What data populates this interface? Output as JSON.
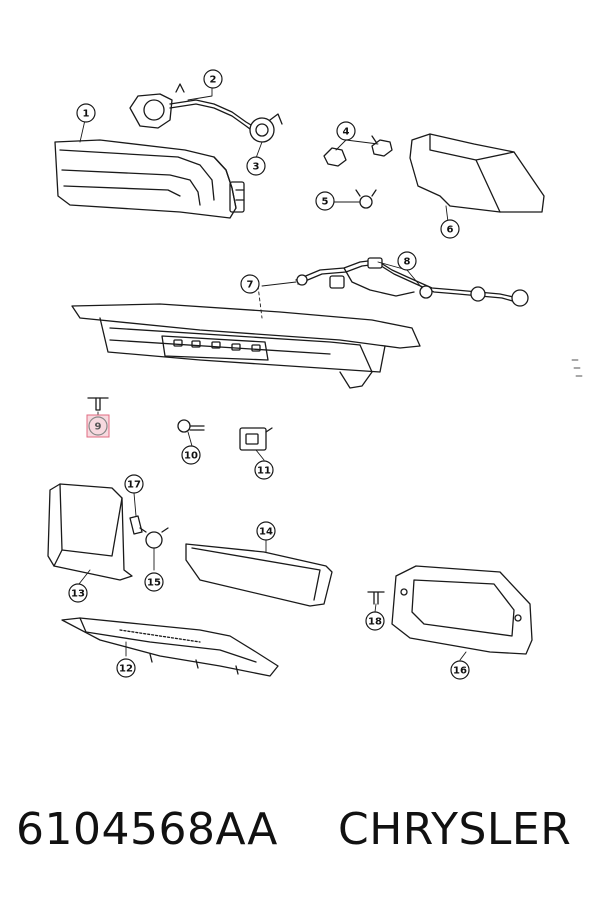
{
  "callouts": [
    {
      "label": "1"
    },
    {
      "label": "2"
    },
    {
      "label": "3"
    },
    {
      "label": "4"
    },
    {
      "label": "5"
    },
    {
      "label": "6"
    },
    {
      "label": "7"
    },
    {
      "label": "8"
    },
    {
      "label": "9",
      "highlight": true
    },
    {
      "label": "10"
    },
    {
      "label": "11"
    },
    {
      "label": "12"
    },
    {
      "label": "13"
    },
    {
      "label": "14"
    },
    {
      "label": "15"
    },
    {
      "label": "16"
    },
    {
      "label": "17"
    },
    {
      "label": "18"
    }
  ],
  "colors": {
    "highlight_fill": "#f7d9df",
    "highlight_stroke": "#e06b82",
    "line": "#1a1a1a"
  },
  "footer": {
    "part_number": "6104568AA",
    "brand": "CHRYSLER"
  }
}
